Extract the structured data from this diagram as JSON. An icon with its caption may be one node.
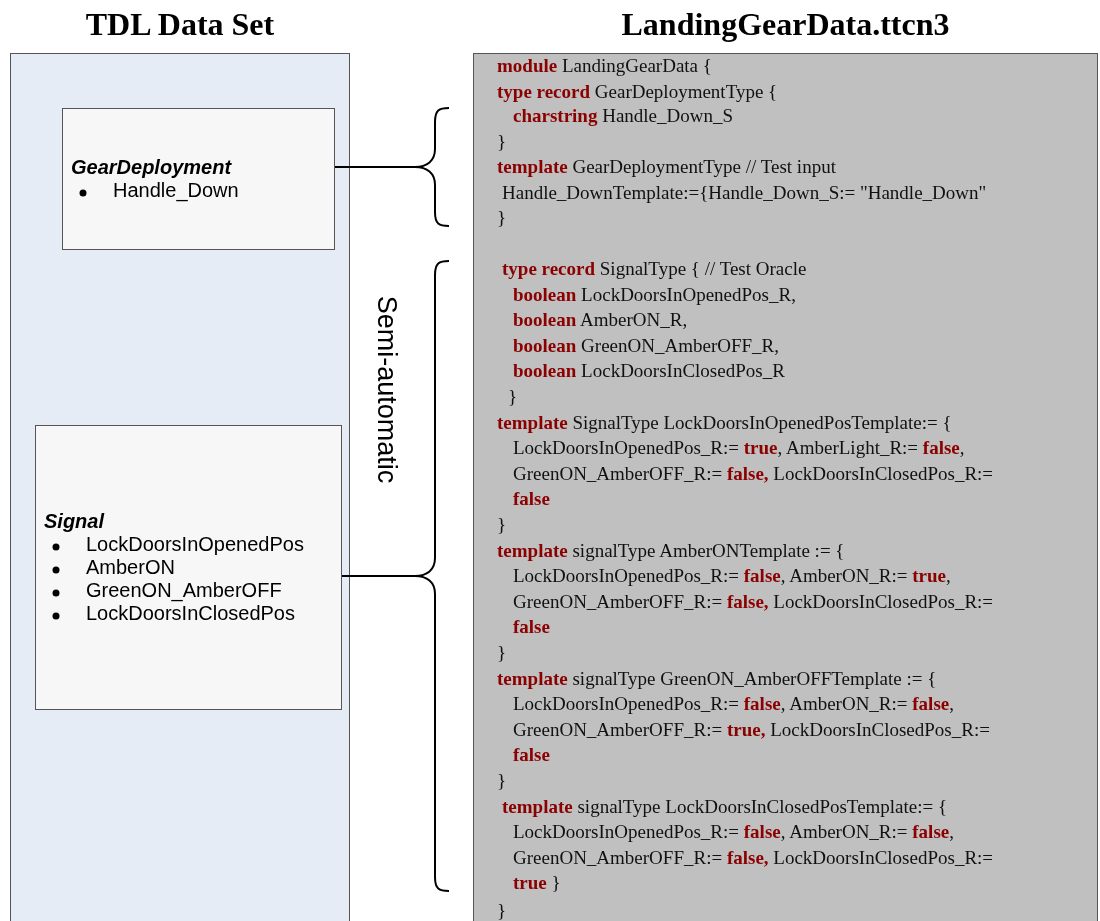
{
  "diagram": {
    "nodes": [
      {
        "text": [
          "TDL Data Set"
        ]
      },
      {
        "text": [
          "GearDeployment",
          "Handle_Down"
        ],
        "in": 0
      },
      {
        "text": [
          "Signal",
          "LockDoorsInOpenedPos",
          "AmberON",
          "GreenON_AmberOFF",
          "LockDoorsInClosedPos"
        ],
        "in": 0
      },
      {
        "text": [
          "LandingGearData.ttcn3",
          "**module** LandingGearData {",
          "**type record** GearDeploymentType {",
          "}"
        ]
      },
      {
        "text": [
          "**charstring** Handle_Down_S",
          "}",
          "**template** GearDeploymentType // Test input",
          "Handle_DownTemplate:={Handle_Down_S:= \"Handle_Down\"",
          "}"
        ],
        "in": 3
      },
      {
        "text": [
          "**type record** SignalType { // Test Oracle",
          "**boolean** LockDoorsInOpenedPos_R,",
          "**boolean** AmberON_R,",
          "**boolean** GreenON_AmberOFF_R,",
          "**boolean** LockDoorsInClosedPos_R",
          "}",
          "**template** SignalType LockDoorsInOpenedPosTemplate:= {",
          "LockDoorsInOpenedPos_R:= **true**, AmberLight_R:= **false**,",
          "GreenON_AmberOFF_R:= **false,** LockDoorsInClosedPos_R:=",
          "**false**",
          "}",
          "**template** signalType AmberONTemplate := {",
          "LockDoorsInOpenedPos_R:= **false**, AmberON_R:= **true**,",
          "GreenON_AmberOFF_R:= **false,** LockDoorsInClosedPos_R:=",
          "**false**",
          "}",
          "**template** signalType GreenON_AmberOFFTemplate := {",
          "LockDoorsInOpenedPos_R:= **false**, AmberON_R:= **false**,",
          "GreenON_AmberOFF_R:= **true,** LockDoorsInClosedPos_R:=",
          "**false**",
          "}",
          "**template** signalType LockDoorsInClosedPosTemplate:= {",
          "LockDoorsInOpenedPos_R:= **false**, AmberON_R:= **false**,",
          "GreenON_AmberOFF_R:= **false,** LockDoorsInClosedPos_R:=",
          "**true** }"
        ],
        "in": 3
      }
    ],
    "edges": [
      {
        "from": 1,
        "to": 4,
        "arrow": "other"
      },
      {
        "from": 2,
        "to": 5,
        "arrow": "other"
      }
    ],
    "labels": [
      "Semi-automatic"
    ]
  }
}
